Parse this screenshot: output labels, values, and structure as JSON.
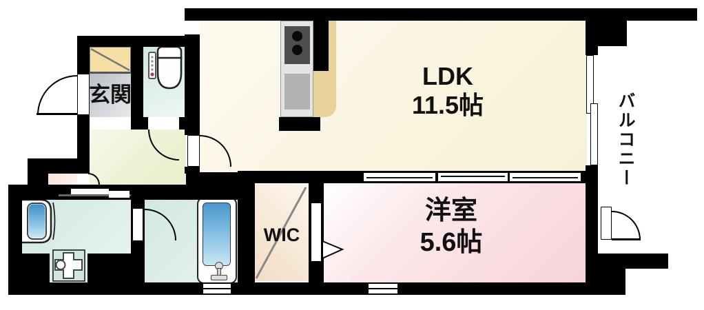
{
  "plan": {
    "type": "apartment-floorplan",
    "rooms": {
      "ldk": {
        "name": "LDK",
        "size": "11.5帖"
      },
      "bedroom": {
        "name": "洋室",
        "size": "5.6帖"
      },
      "entrance": {
        "name": "玄関"
      },
      "wic": {
        "name": "WIC"
      },
      "balcony": {
        "name": "バルコニー"
      }
    },
    "fixtures": {
      "kitchen": "kitchen-unit-stove-sink-counter",
      "toilet": "toilet-with-washlet-panel",
      "bathtub": "bathtub-with-faucet",
      "washbasin": "washbasin-vanity",
      "washing_machine": "washing-machine-pan",
      "shoe_cabinet": "shoe-cabinet-diagonal"
    },
    "palette": {
      "wall": "#000000",
      "ldk_floor": "#faf4de",
      "bedroom_floor": "#f8d3d8",
      "wic_floor": "#f5e3d1",
      "entrance_floor": "#c9ced4",
      "hallway_floor": "#edf0d0",
      "wet_area_floor": "#d9ece7",
      "kitchen_counter": "#e9d29a",
      "shoe_cabinet": "#f6dfa6",
      "fixture_blue": "#4a97cd",
      "niche": "#f9e7e0"
    }
  }
}
